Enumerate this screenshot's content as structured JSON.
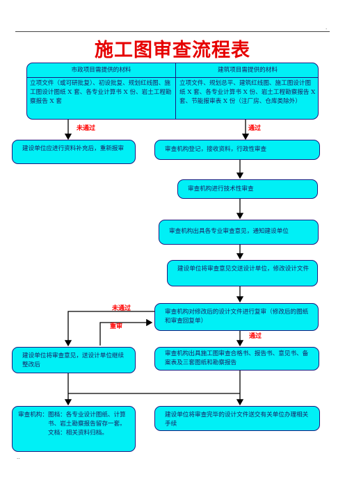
{
  "title": "施工图审查流程表",
  "top_box": {
    "left_header": "市政项目需提供的材料",
    "left_body": "立项文件（或可研批复）、初设批复、规划红线图、施工图设计图纸 X 套、各专业计算书 X 份、岩土工程勘察报告 X 套",
    "right_header": "建筑项目需提供的材料",
    "right_body": "立项文件、规划总平、建筑红线图、施工图设计图纸 X 套、各专业计算书 X 份、岩土工程勘察报告 X 套、节能报审表 X 份（注厂房、仓库类除外）"
  },
  "labels": {
    "fail_1": "未通过",
    "pass_1": "通过",
    "fail_2": "未通过",
    "re_review": "重审",
    "pass_2": "通过"
  },
  "steps": {
    "resubmit": "建设单位应进行资料补充后，重新报审",
    "register": "审查机构登记，接收资料，行政性审查",
    "technical": "审查机构进行技术性审查",
    "opinions": "审查机构出具各专业审查意见，通知建设单位",
    "send_design": "建设单位将审查意见交送设计单位，修改设计文件",
    "recheck": "审查机构对修改后的设计文件进行复审（修改后的图纸和审查回复单）",
    "rectify": "建设单位将审查意见，送设计单位继续整改后",
    "certificate": "审查机构出具施工图审查合格书、报告书、意见书、备案表及三套图纸和勘察报告",
    "archive_key": "审查机构：",
    "archive_body": "图档：各专业设计图纸、计算书、岩土勘察报告留存一套。文档：相关资料归档。",
    "deliver": "建设单位将审查完毕的设计文件送交有关单位办理相关手续"
  },
  "colors": {
    "box_fill": "#00f0f6",
    "box_border": "#1a1a80",
    "title": "#e60000",
    "label": "#ff0000"
  }
}
